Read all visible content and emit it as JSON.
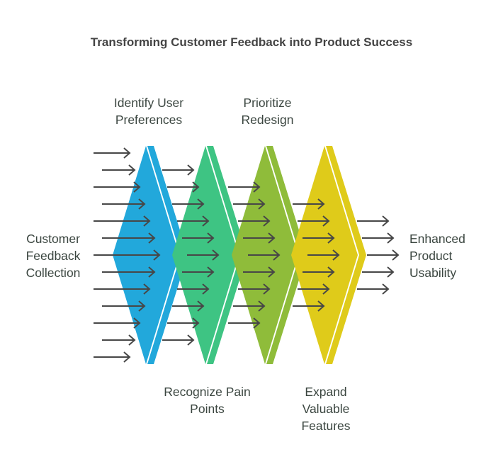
{
  "title": "Transforming Customer Feedback into Product Success",
  "input_label": "Customer\nFeedback\nCollection",
  "output_label": "Enhanced\nProduct\nUsability",
  "stages": [
    {
      "label": "Identify User\nPreferences",
      "position": "top",
      "color": "#22A8DB"
    },
    {
      "label": "Recognize Pain\nPoints",
      "position": "bottom",
      "color": "#3EC483"
    },
    {
      "label": "Prioritize\nRedesign",
      "position": "top",
      "color": "#8FBC3A"
    },
    {
      "label": "Expand\nValuable\nFeatures",
      "position": "bottom",
      "color": "#DFCB1A"
    }
  ],
  "arrow_color": "#474747"
}
